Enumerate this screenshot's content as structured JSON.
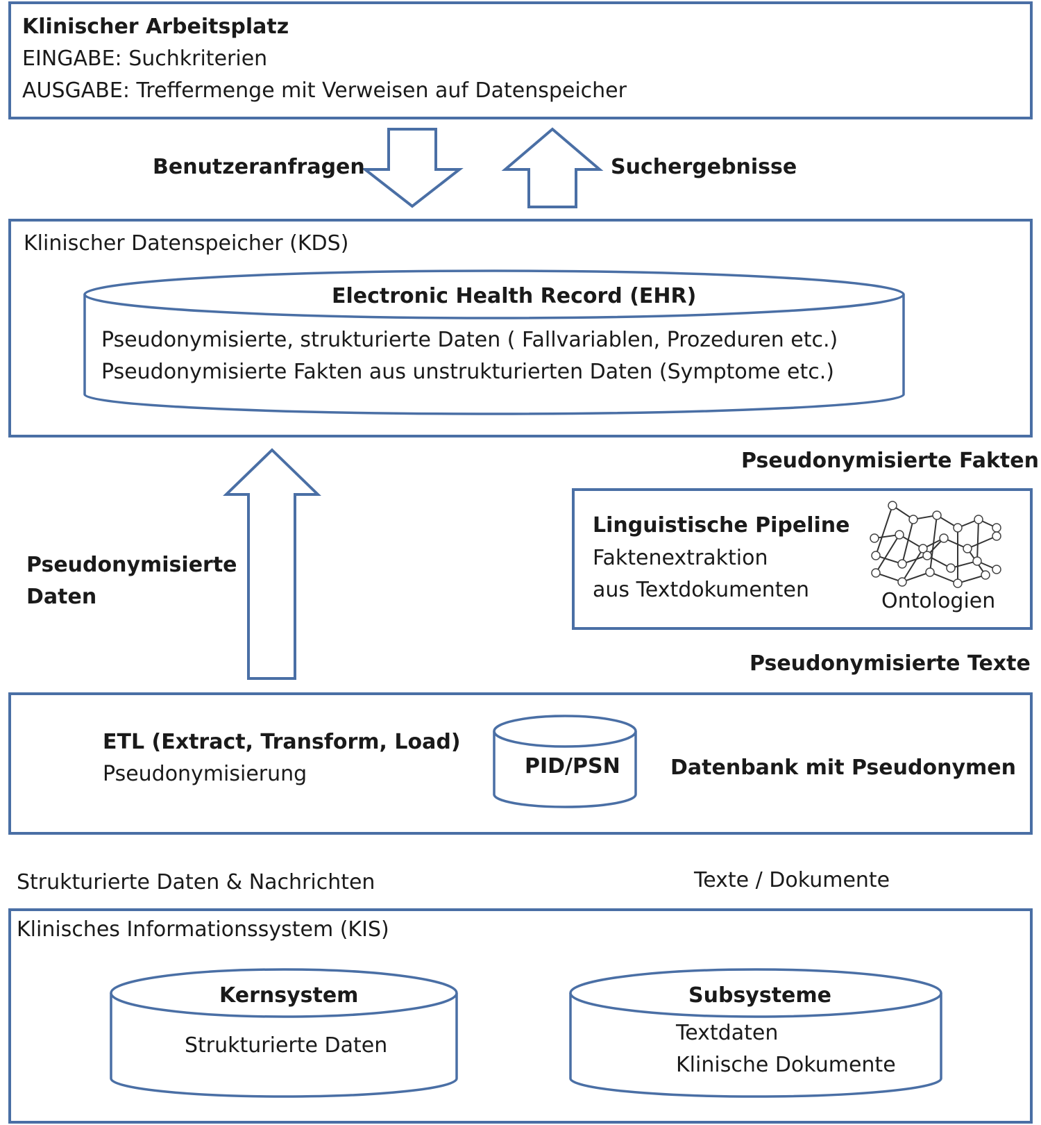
{
  "workstation": {
    "title": "Klinischer Arbeitsplatz",
    "input": "EINGABE: Suchkriterien",
    "output": "AUSGABE: Treffermenge mit Verweisen auf Datenspeicher"
  },
  "queries_label": "Benutzeranfragen",
  "results_label": "Suchergebnisse",
  "kds": {
    "title": "Klinischer Datenspeicher (KDS)",
    "ehr_title": "Electronic Health Record (EHR)",
    "ehr_line1": "Pseudonymisierte, strukturierte Daten ( Fallvariablen, Prozeduren etc.)",
    "ehr_line2": "Pseudonymisierte Fakten aus unstrukturierten Daten (Symptome etc.)"
  },
  "pseudo_facts_label": "Pseudonymisierte Fakten",
  "pseudo_data_label": {
    "line1": "Pseudonymisierte",
    "line2": "Daten"
  },
  "pipeline": {
    "title": "Linguistische Pipeline",
    "line1": "Faktenextraktion",
    "line2": "aus Textdokumenten",
    "ontology_label": "Ontologien",
    "ontology_icon": "ontology-graph-icon"
  },
  "pseudo_texts_label": "Pseudonymisierte Texte",
  "etl": {
    "title": "ETL (Extract, Transform, Load)",
    "subtitle": "Pseudonymisierung",
    "db_label": "PID/PSN",
    "db_description": "Datenbank mit Pseudonymen"
  },
  "structured_label": "Strukturierte Daten & Nachrichten",
  "texts_label": "Texte / Dokumente",
  "kis": {
    "title": "Klinisches Informationssystem (KIS)",
    "core_title": "Kernsystem",
    "core_text": "Strukturierte Daten",
    "sub_title": "Subsysteme",
    "sub_line1": "Textdaten",
    "sub_line2": "Klinische Dokumente"
  },
  "colors": {
    "border": "#4a6fa5",
    "text": "#1a1a1a"
  }
}
